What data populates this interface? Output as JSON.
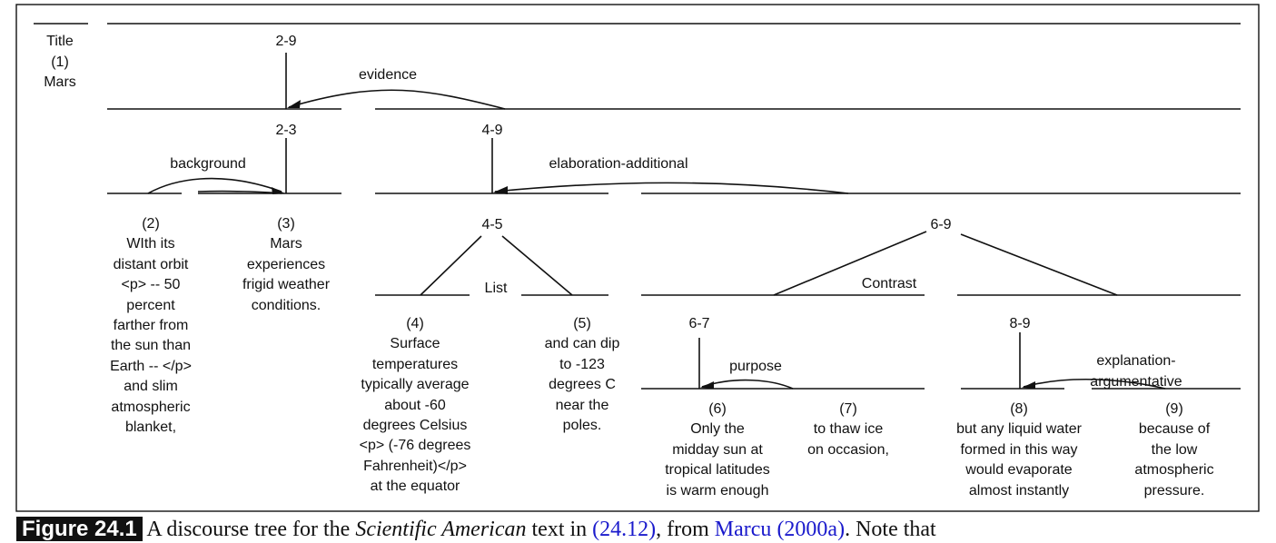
{
  "title_block": {
    "label": "Title\n(1)\nMars"
  },
  "spans": {
    "s29": "2-9",
    "s23": "2-3",
    "s49": "4-9",
    "s45": "4-5",
    "s69": "6-9",
    "s67": "6-7",
    "s89": "8-9"
  },
  "relations": {
    "evidence": "evidence",
    "background": "background",
    "elaboration": "elaboration-additional",
    "list": "List",
    "contrast": "Contrast",
    "purpose": "purpose",
    "explanation": "explanation-argumentative"
  },
  "segments": {
    "seg2": "(2)\nWIth its\ndistant orbit\n<p> -- 50\npercent\nfarther from\nthe sun than\nEarth -- </p>\nand slim\natmospheric\nblanket,",
    "seg3": "(3)\nMars\nexperiences\nfrigid weather\nconditions.",
    "seg4": "(4)\nSurface\ntemperatures\ntypically average\nabout -60\ndegrees Celsius\n<p> (-76 degrees\nFahrenheit)</p>\nat the equator",
    "seg5": "(5)\nand can dip\nto -123\ndegrees C\nnear the\npoles.",
    "seg6": "(6)\nOnly the\nmidday sun at\ntropical latitudes\nis warm enough",
    "seg7": "(7)\nto thaw ice\non occasion,",
    "seg8": "(8)\nbut any liquid water\nformed in this way\nwould evaporate\nalmost instantly",
    "seg9": "(9)\nbecause of\nthe low\natmospheric\npressure."
  },
  "caption": {
    "figure_label": "Figure 24.1",
    "text_a": "A discourse tree for the ",
    "text_italic": "Scientific American",
    "text_b": " text in ",
    "ref_example": "(24.12)",
    "text_c": ", from ",
    "ref_author": "Marcu",
    "ref_year": "(2000a)",
    "text_d": ". Note that"
  },
  "colors": {
    "line": "#111111",
    "link": "#1a1acc",
    "text": "#111111"
  }
}
